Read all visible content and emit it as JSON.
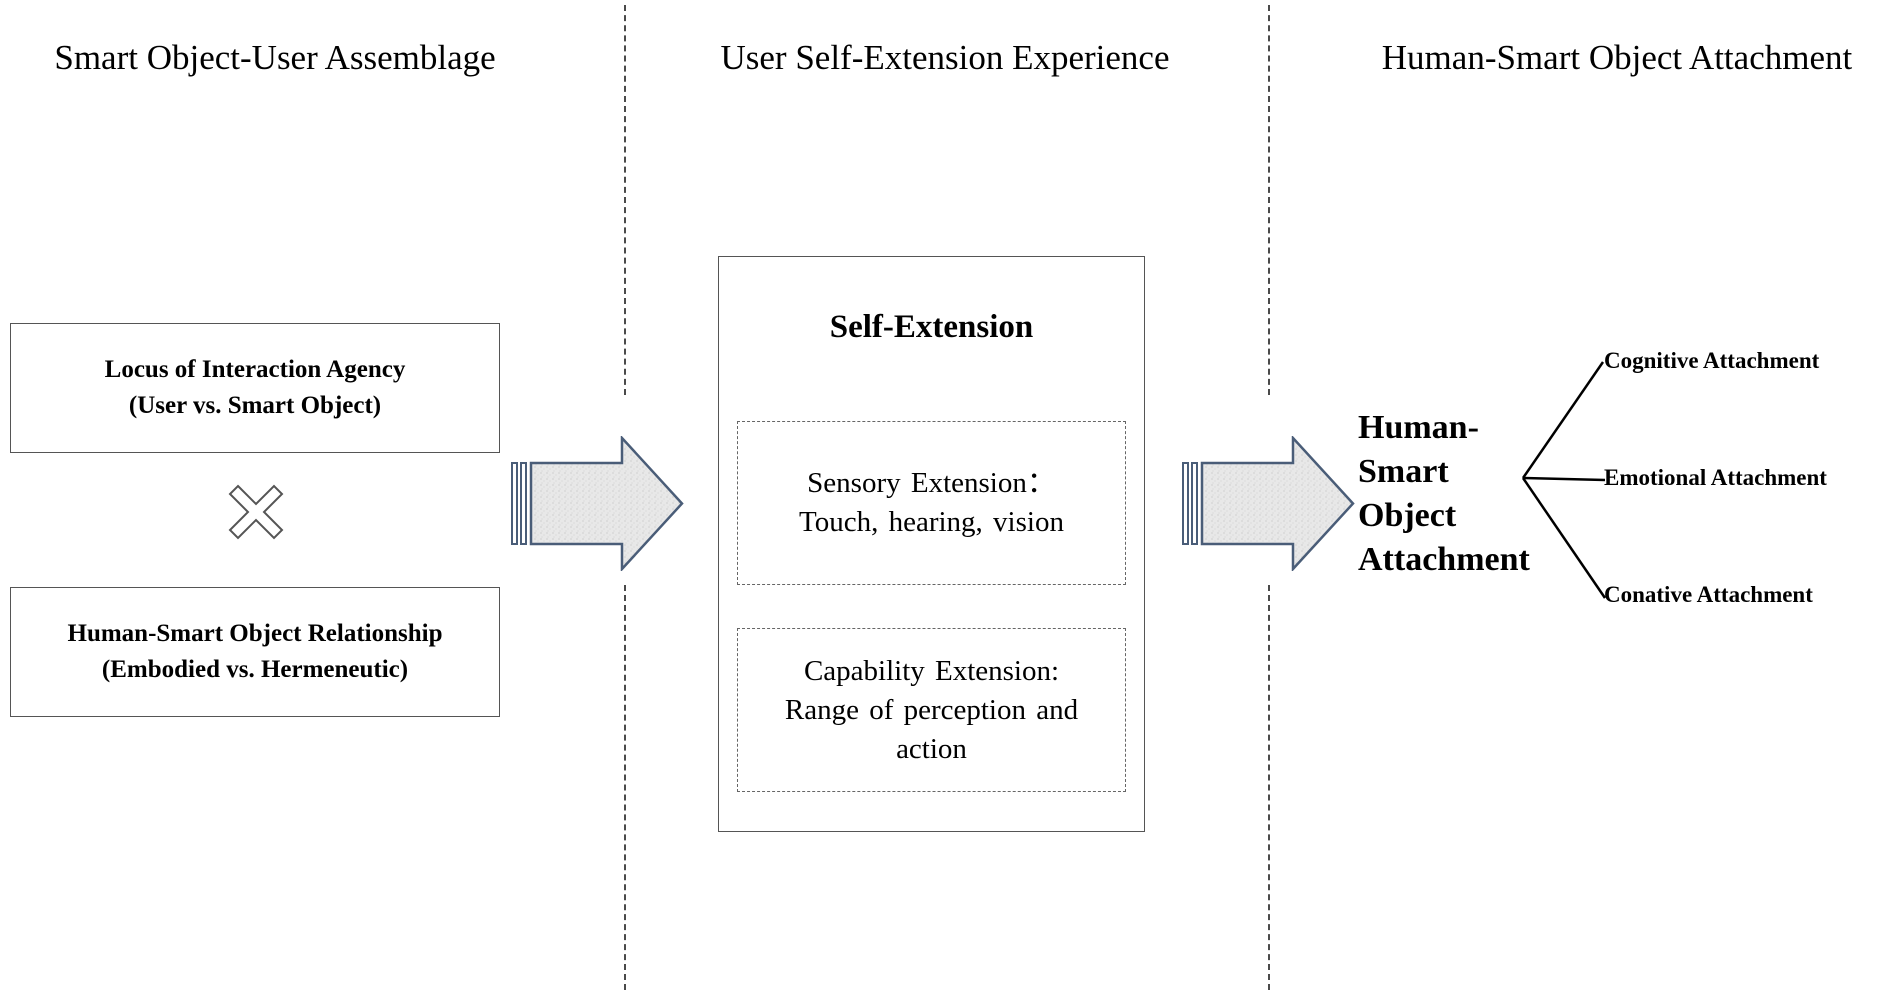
{
  "headers": {
    "left": "Smart Object-User Assemblage",
    "middle": "User Self-Extension Experience",
    "right": "Human-Smart Object Attachment"
  },
  "assemblage": {
    "box1": {
      "line1": "Locus of Interaction Agency",
      "line2": "(User vs. Smart Object)"
    },
    "box2": {
      "line1": "Human-Smart Object Relationship",
      "line2": "(Embodied vs. Hermeneutic)"
    },
    "operator_icon": "multiply-cross-icon"
  },
  "self_extension": {
    "title": "Self-Extension",
    "sensory": {
      "line1": "Sensory Extension：",
      "line2": "Touch, hearing, vision"
    },
    "capability": {
      "line1": "Capability Extension:",
      "line2": "Range of perception and",
      "line3": "action"
    }
  },
  "outcome": {
    "line1": "Human-",
    "line2": "Smart",
    "line3": "Object",
    "line4": "Attachment",
    "branches": [
      "Cognitive Attachment",
      "Emotional Attachment",
      "Conative Attachment"
    ]
  },
  "colors": {
    "arrow_stroke": "#4a5d78",
    "arrow_fill": "#e6e6e6",
    "divider": "#4a4a4a"
  }
}
